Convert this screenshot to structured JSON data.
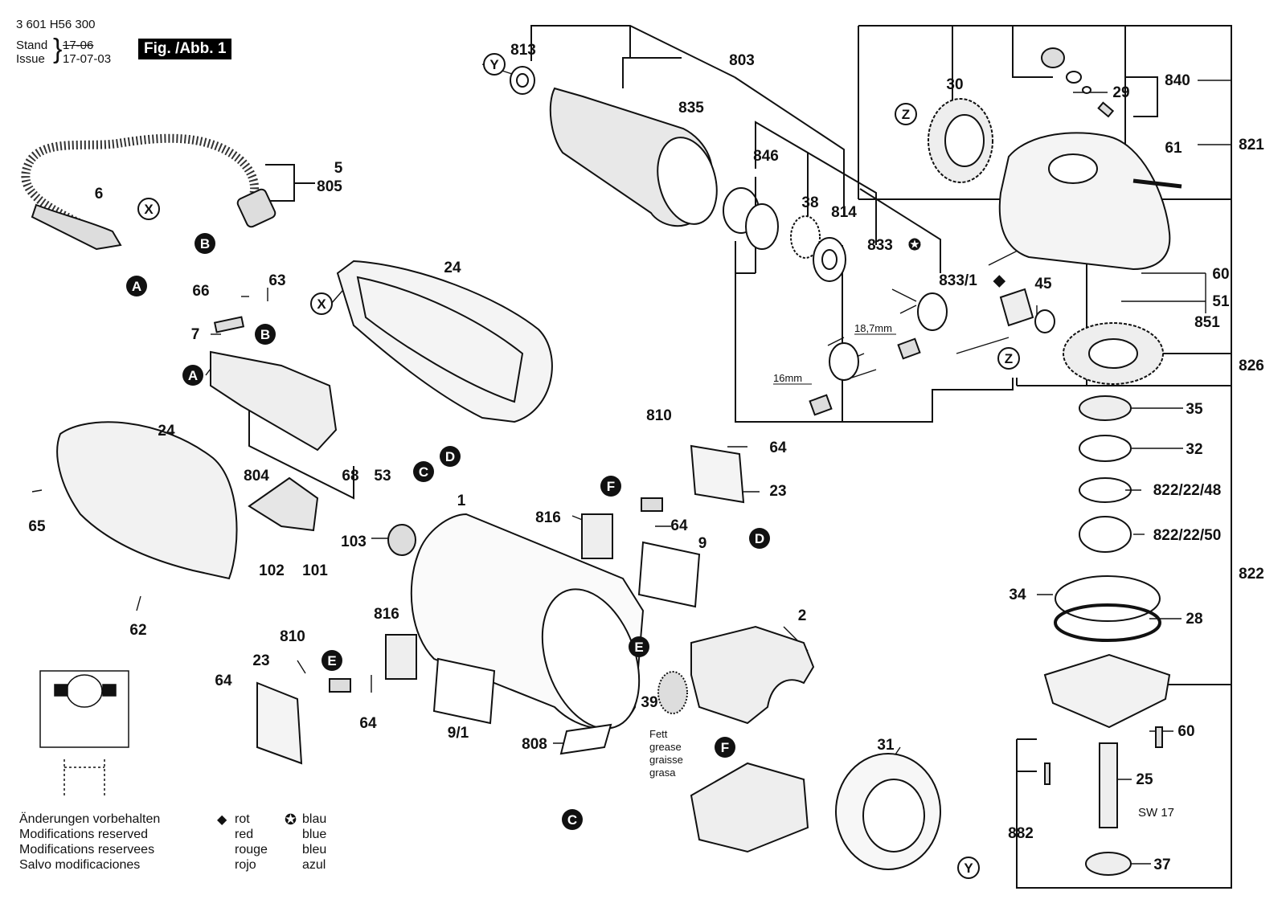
{
  "header": {
    "part_number": "3 601 H56 300",
    "stand_label": "Stand",
    "issue_label": "Issue",
    "stand_value": "17-06",
    "issue_value": "17-07-03",
    "figure_label": "Fig. /Abb. 1"
  },
  "legend": {
    "notes": [
      "Änderungen vorbehalten",
      "Modifications reserved",
      "Modifications reservees",
      "Salvo modificaciones"
    ],
    "diamond": [
      "rot",
      "red",
      "rouge",
      "rojo"
    ],
    "star": [
      "blau",
      "blue",
      "bleu",
      "azul"
    ],
    "diamond_symbol": "◆",
    "star_symbol": "✪"
  },
  "annotations": {
    "dim_16": "16mm",
    "dim_187": "18,7mm",
    "sw17": "SW 17",
    "grease": [
      "Fett",
      "grease",
      "graisse",
      "grasa"
    ]
  },
  "connectors": {
    "A": "A",
    "B": "B",
    "C": "C",
    "D": "D",
    "E": "E",
    "F": "F",
    "X": "X",
    "Y": "Y",
    "Z": "Z"
  },
  "parts": {
    "p813": "813",
    "p803": "803",
    "p835": "835",
    "p846": "846",
    "p38": "38",
    "p814": "814",
    "p833": "833",
    "p833_1": "833/1",
    "p30": "30",
    "p29": "29",
    "p840": "840",
    "p821": "821",
    "p61": "61",
    "p60a": "60",
    "p51": "51",
    "p851": "851",
    "p45": "45",
    "p826": "826",
    "p35": "35",
    "p32": "32",
    "p822_22_48": "822/22/48",
    "p822_22_50": "822/22/50",
    "p822": "822",
    "p34": "34",
    "p28": "28",
    "p60b": "60",
    "p25": "25",
    "p882": "882",
    "p37": "37",
    "p5": "5",
    "p805": "805",
    "p6": "6",
    "p66": "66",
    "p63": "63",
    "p7": "7",
    "p24a": "24",
    "p804": "804",
    "p68": "68",
    "p53": "53",
    "p24b": "24",
    "p65": "65",
    "p102": "102",
    "p101": "101",
    "p62": "62",
    "p810a": "810",
    "p64a": "64",
    "p23a": "23",
    "p816a": "816",
    "p64b": "64",
    "p9": "9",
    "p1": "1",
    "p103": "103",
    "p2": "2",
    "p816b": "816",
    "p810b": "810",
    "p23b": "23",
    "p64c": "64",
    "p64d": "64",
    "p9_1": "9/1",
    "p808": "808",
    "p39": "39",
    "p31": "31"
  }
}
